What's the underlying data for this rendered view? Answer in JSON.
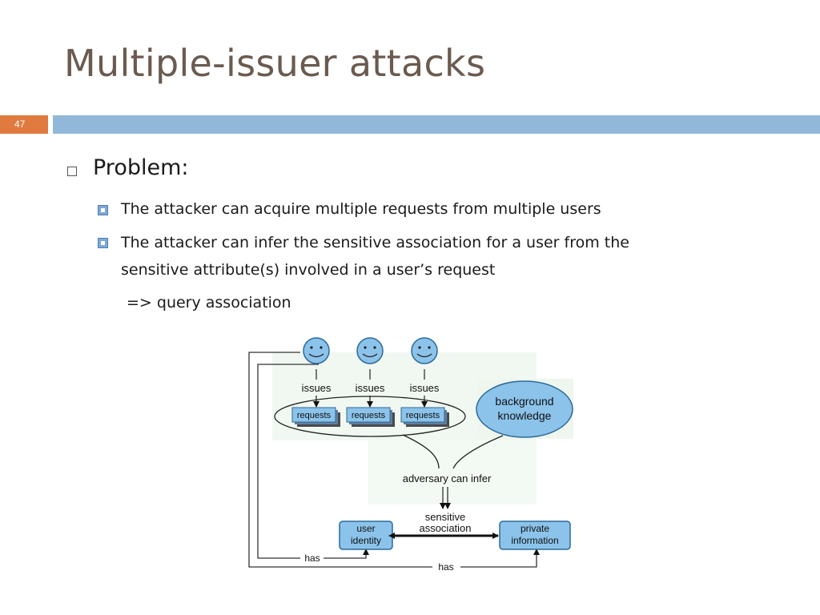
{
  "slide": {
    "title": "Multiple-issuer attacks",
    "number": "47",
    "bullet_main": "Problem:",
    "sub_bullets": [
      "The attacker  can acquire multiple requests from multiple users",
      "The attacker can infer the sensitive association for a user from the",
      "sensitive attribute(s) involved in a user’s request",
      "=> query association"
    ]
  },
  "diagram": {
    "issues_label": "issues",
    "requests_label": "requests",
    "background_line1": "background",
    "background_line2": "knowledge",
    "infer_label": "adversary can infer",
    "sensitive_line1": "sensitive",
    "sensitive_line2": "association",
    "user_line1": "user",
    "user_line2": "identity",
    "private_line1": "private",
    "private_line2": "information",
    "has_label": "has"
  },
  "colors": {
    "title": "#6b5a4f",
    "accent_orange": "#e07a3f",
    "rule_blue": "#91b8d8",
    "node_blue": "#8cc3ea",
    "node_stroke": "#2b6a9a"
  }
}
